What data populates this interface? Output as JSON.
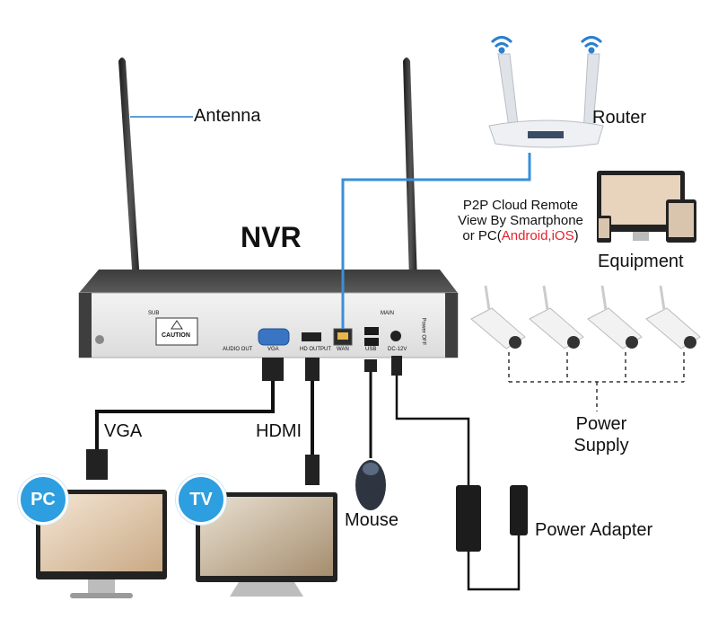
{
  "diagram": {
    "nvr_title": "NVR",
    "labels": {
      "antenna": "Antenna",
      "router": "Router",
      "equipment": "Equipment",
      "vga": "VGA",
      "hdmi": "HDMI",
      "mouse": "Mouse",
      "power_supply_line1": "Power",
      "power_supply_line2": "Supply",
      "power_adapter": "Power Adapter"
    },
    "p2p": {
      "line1": "P2P Cloud Remote",
      "line2": "View By Smartphone",
      "line3_prefix": "or PC(",
      "line3_highlight": "Android,iOS",
      "line3_suffix": ")"
    },
    "badges": {
      "pc": "PC",
      "tv": "TV"
    },
    "nvr_panel": {
      "caution": "CAUTION",
      "port_audio": "AUDIO OUT",
      "port_vga": "VGA",
      "port_hdmi": "HD OUTPUT",
      "port_wan": "WAN",
      "port_usb": "USB",
      "port_dc": "DC-12V",
      "port_power": "Power OFF",
      "ant_sub": "SUB",
      "ant_main": "MAIN"
    },
    "colors": {
      "badge": "#2d9ee0",
      "ethernet_cable": "#3a8fd9",
      "highlight_text": "#e8202a",
      "nvr_body": "#4a4a4a"
    }
  }
}
